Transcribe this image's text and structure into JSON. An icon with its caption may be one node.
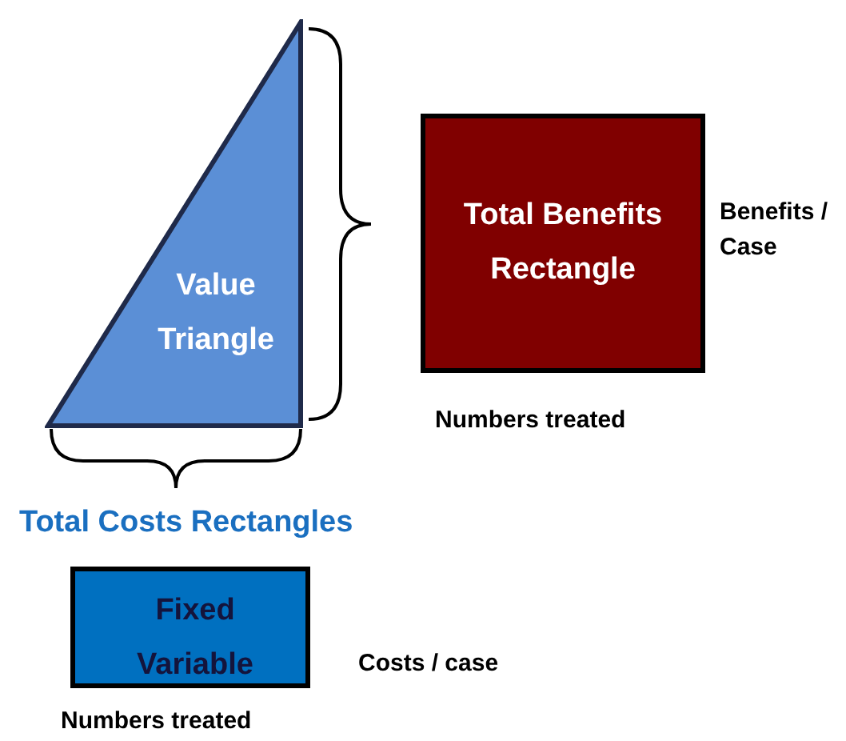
{
  "diagram": {
    "nodes": [
      {
        "text": [
          "Value Triangle"
        ]
      },
      {
        "text": [
          "Total Benefits Rectangle"
        ],
        "beside": [
          "Benefits / Case",
          "Numbers treated"
        ]
      },
      {
        "text": [
          "Fixed",
          "Variable"
        ],
        "beside": [
          "Costs / case",
          "Numbers treated"
        ]
      }
    ],
    "edges": [],
    "labels": [
      "Total Costs Rectangles"
    ]
  }
}
